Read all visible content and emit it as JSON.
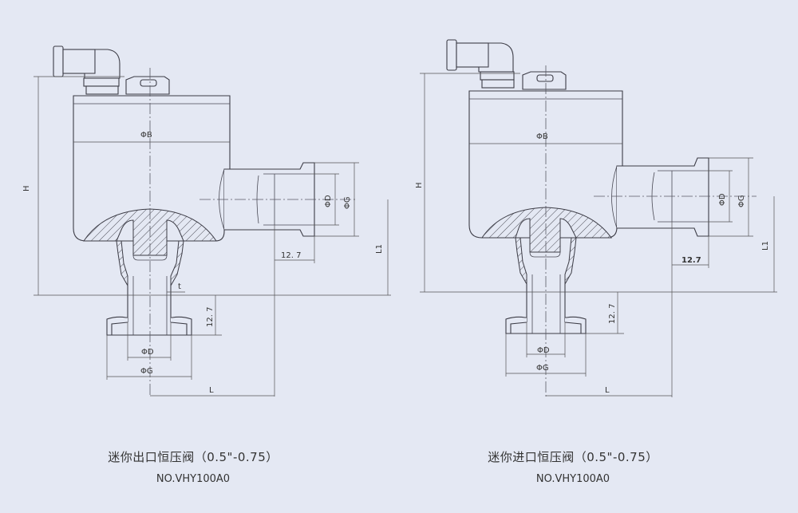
{
  "diagrams": [
    {
      "title": "迷你出口恒压阀（0.5\"-0.75）",
      "model": "NO.VHY100A0",
      "labels": {
        "phi_b": "ΦB",
        "phi_d_side": "ΦD",
        "phi_g_side": "ΦG",
        "h": "H",
        "l1": "L1",
        "dim_127_side": "12. 7",
        "t": "t",
        "dim_127_bottom": "12. 7",
        "phi_d_bottom": "ΦD",
        "phi_g_bottom": "ΦG",
        "l": "L"
      }
    },
    {
      "title": "迷你进口恒压阀（0.5\"-0.75）",
      "model": "NO.VHY100A0",
      "labels": {
        "phi_b": "ΦB",
        "phi_d_side": "ΦD",
        "phi_g_side": "ΦG",
        "h": "H",
        "l1": "L1",
        "dim_127_side": "12.7",
        "dim_127_bottom": "12. 7",
        "phi_d_bottom": "ΦD",
        "phi_g_bottom": "ΦG",
        "l": "L"
      }
    }
  ]
}
